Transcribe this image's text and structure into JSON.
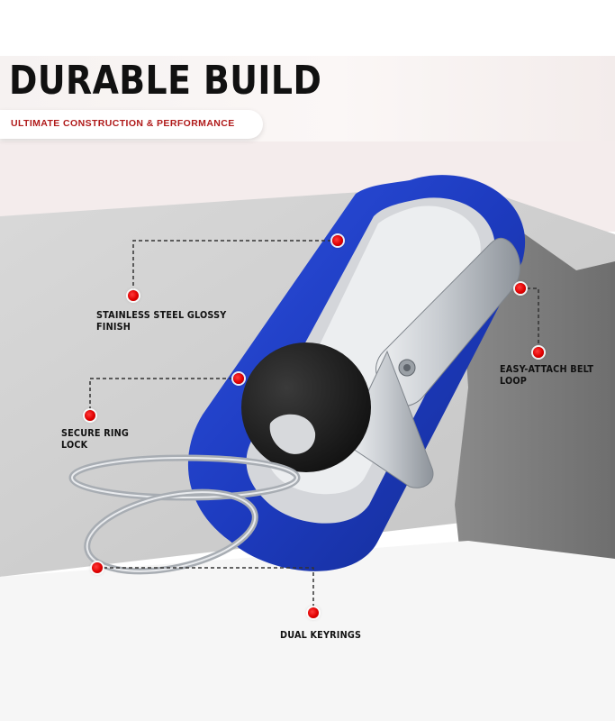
{
  "header": {
    "title": "DURABLE BUILD",
    "subtitle": "ULTIMATE CONSTRUCTION & PERFORMANCE"
  },
  "callouts": {
    "stainless_line1": "STAINLESS STEEL GLOSSY",
    "stainless_line2": "FINISH",
    "secure_line1": "SECURE RING",
    "secure_line2": "LOCK",
    "belt_line1": "EASY-ATTACH BELT",
    "belt_line2": "LOOP",
    "dual": "DUAL KEYRINGS"
  },
  "colors": {
    "accent_red": "#e00000",
    "subtitle_red": "#b01a1a",
    "body_blue": "#1f3fc4",
    "steel": "#c9cdd2"
  }
}
